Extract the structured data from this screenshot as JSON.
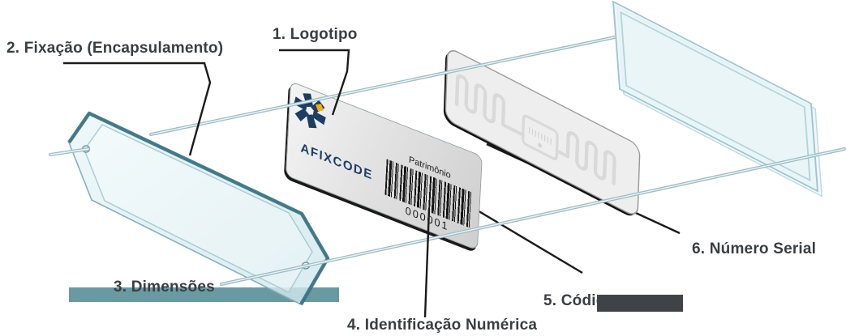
{
  "callouts": {
    "logotipo": {
      "label": "1. Logotipo"
    },
    "fixacao": {
      "label": "2. Fixação (Encapsulamento)"
    },
    "dimensoes": {
      "label": "3. Dimensões"
    },
    "identificacao": {
      "label": "4. Identificação Numérica"
    },
    "codigo": {
      "label": "5. Códig"
    },
    "numero_serial": {
      "label": "6. Número Serial"
    }
  },
  "asset_tag": {
    "brand": "AFIXCODE",
    "barcode_title": "Patrimônio",
    "barcode_number": "000001"
  },
  "colors": {
    "brand_navy": "#1d3d63",
    "brand_yellow": "#efae1d",
    "callout_text": "#3a3e41",
    "dimension_bar": "#6b99a1",
    "redaction_bar": "#3f4347",
    "glass_teal_edge": "#37707f",
    "glass_fill": "#e4f2f5",
    "label_metal": "#dcdcdc",
    "inlay_gray": "#ededed",
    "antenna_trace": "#d9d9d9",
    "rod": "#a9c4cc"
  },
  "icons": {
    "afixcode_logo": "pinwheel-asterisk-with-yellow-square"
  }
}
